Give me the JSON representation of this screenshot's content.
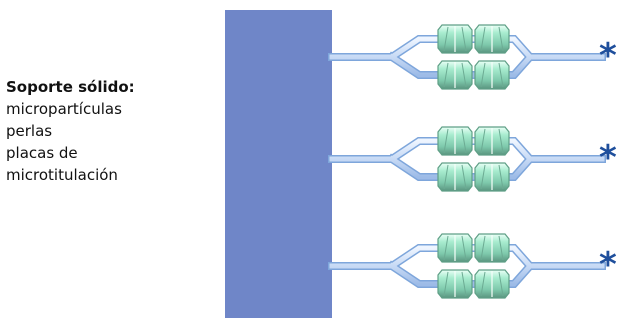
{
  "legend": {
    "title": "Soporte sólido:",
    "items": [
      "micropartículas",
      "perlas",
      "placas de",
      "microtitulación"
    ]
  },
  "diagram": {
    "solid_support_color": "#6f86c8",
    "bead_fill_color": "#8fd6b9",
    "bead_edge_color": "#5f9f86",
    "linker_color": "#bfd3ef",
    "linker_edge_color": "#7ea6db",
    "star_color": "#1f4f9c",
    "units": [
      {
        "marker": "*"
      },
      {
        "marker": "*"
      },
      {
        "marker": "*"
      }
    ]
  }
}
